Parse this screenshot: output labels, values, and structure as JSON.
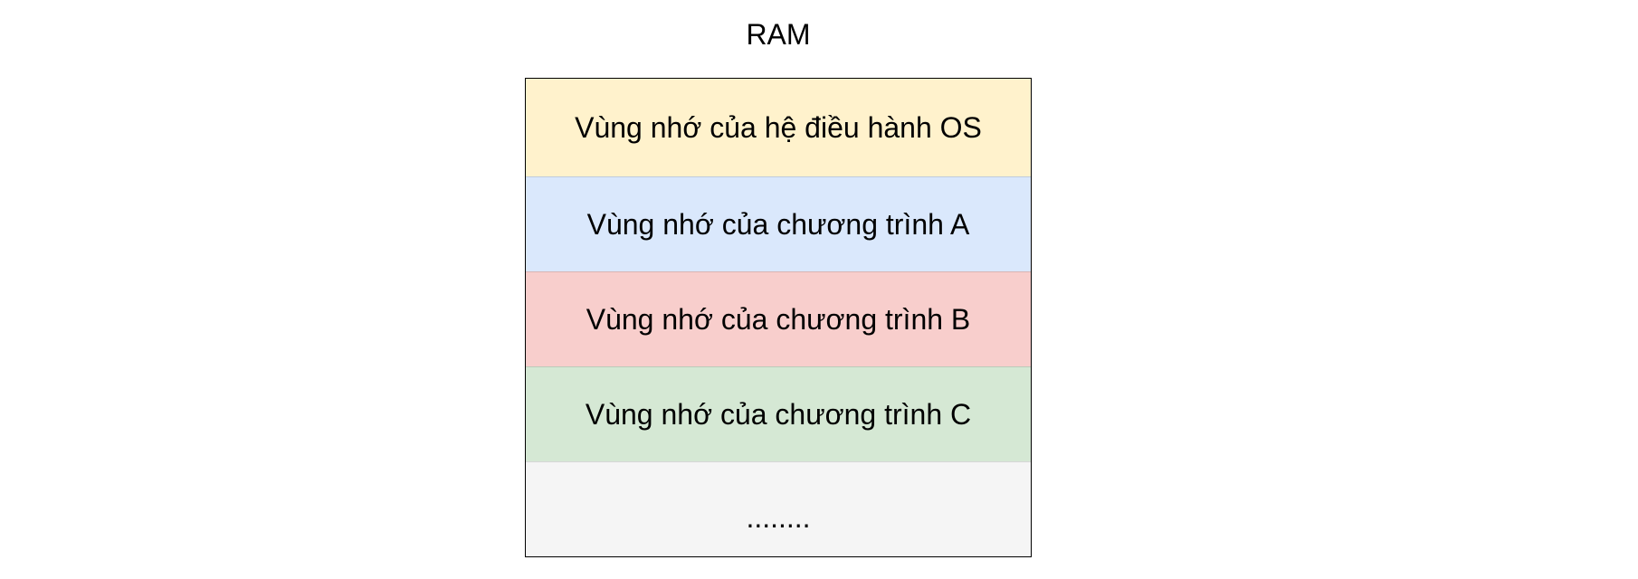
{
  "title": "RAM",
  "segments": [
    {
      "label": "Vùng nhớ của hệ điều hành OS",
      "color": "#fff2cc"
    },
    {
      "label": "Vùng nhớ của chương trình A",
      "color": "#dae8fc"
    },
    {
      "label": "Vùng nhớ của chương trình B",
      "color": "#f8cecc"
    },
    {
      "label": "Vùng nhớ của chương trình C",
      "color": "#d5e8d4"
    },
    {
      "label": "........",
      "color": "#f5f5f5"
    }
  ]
}
